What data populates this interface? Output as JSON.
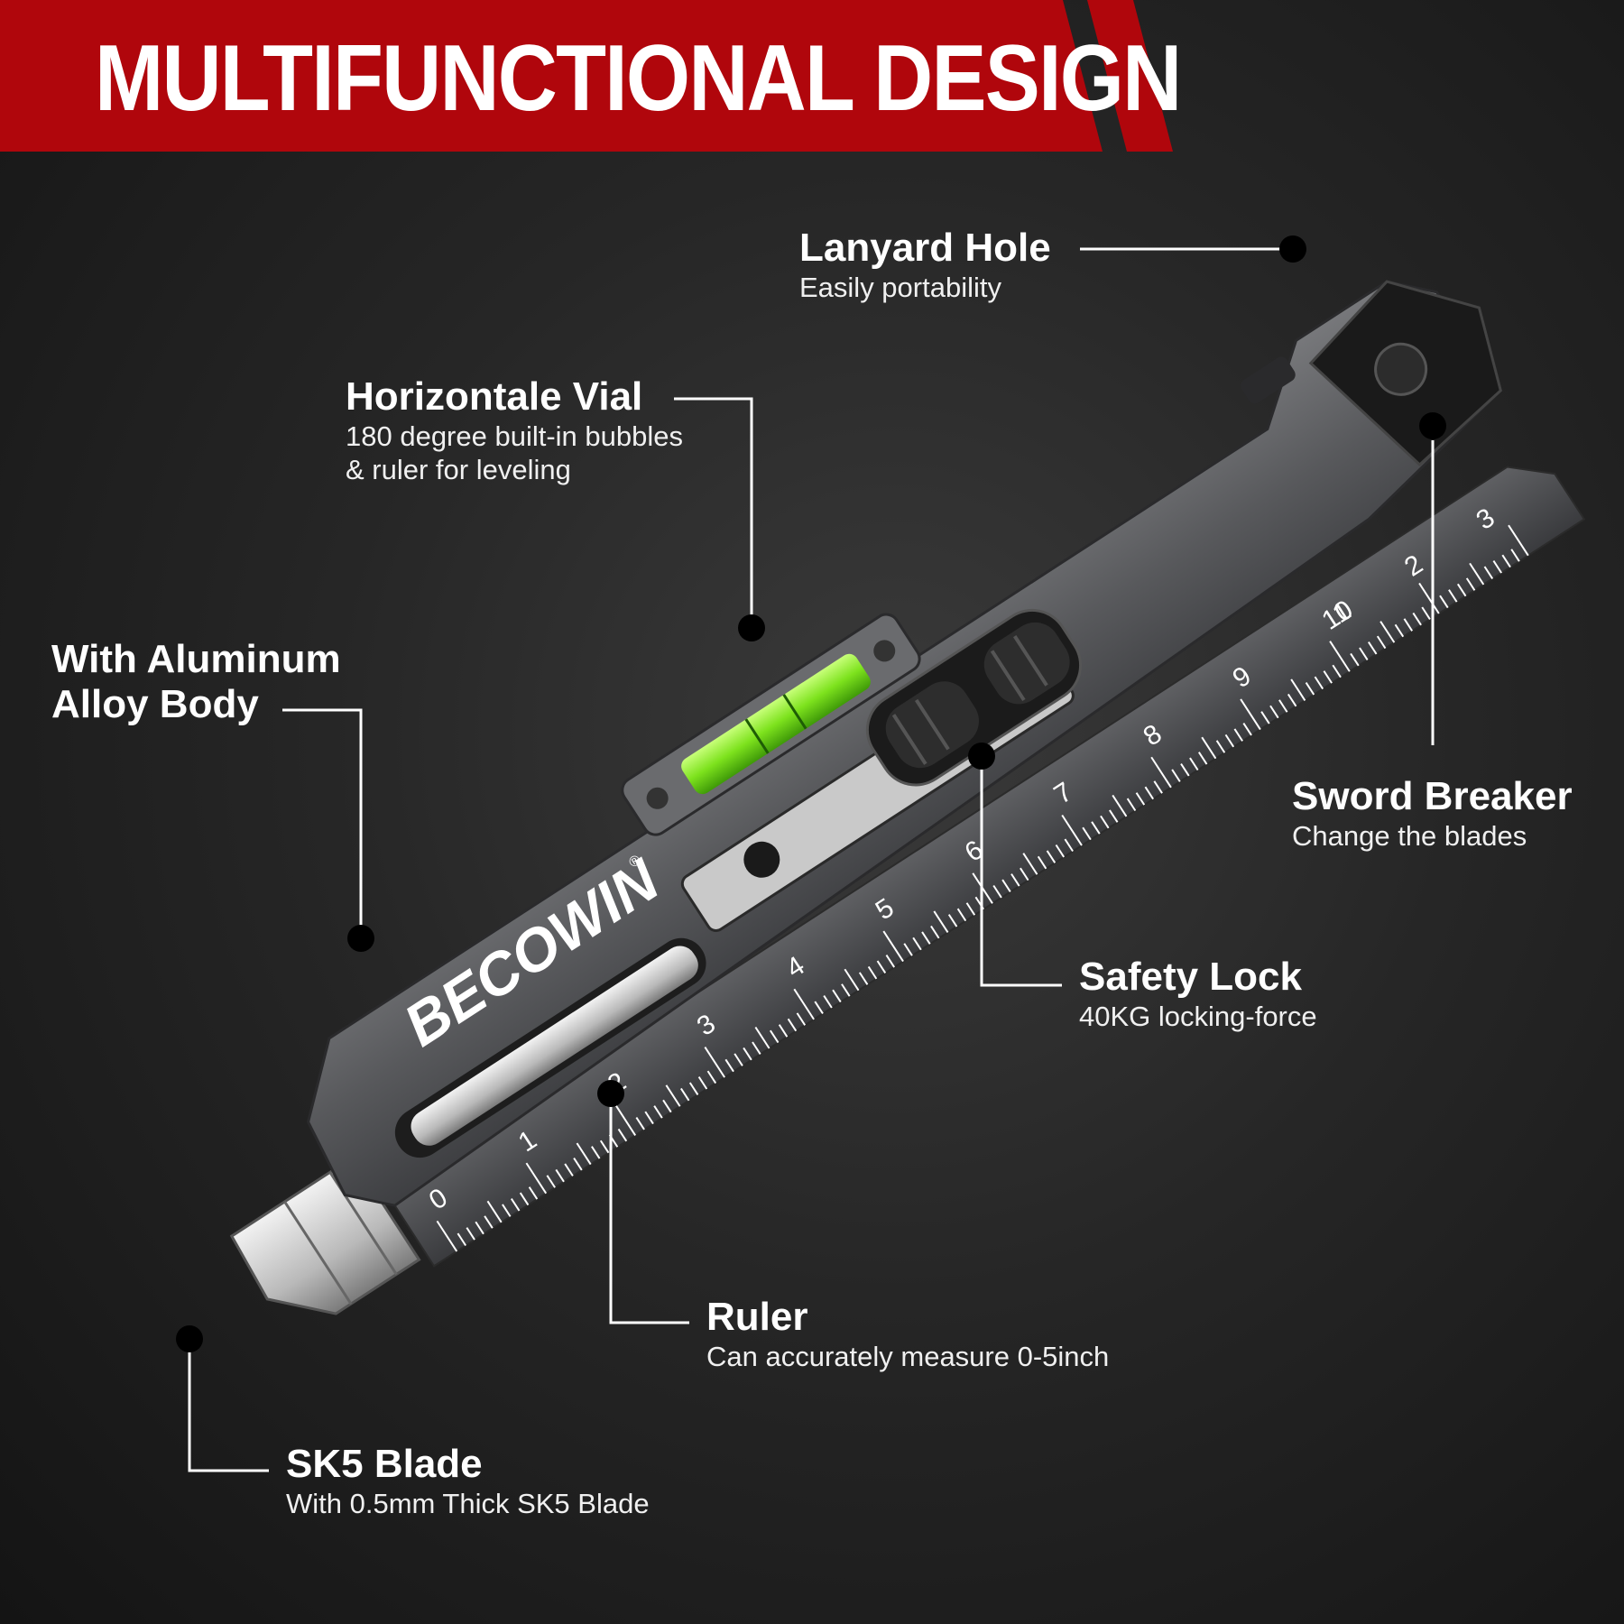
{
  "banner": {
    "title": "MULTIFUNCTIONAL DESIGN",
    "color": "#b0060c"
  },
  "product": {
    "brand": "BECOWIN",
    "registered_mark": "®",
    "ruler_inch_labels": [
      "0",
      "1",
      "2",
      "3",
      "4",
      "5",
      "6",
      "7",
      "8",
      "9",
      "10"
    ],
    "ruler_cm_labels": [
      "1",
      "2",
      "3"
    ],
    "vial_color": "#7de21d",
    "body_color": "#5a5b5e"
  },
  "callouts": {
    "lanyard": {
      "title": "Lanyard Hole",
      "desc": "Easily portability"
    },
    "vial": {
      "title": "Horizontale Vial",
      "desc": "180 degree built-in bubbles\n& ruler for leveling"
    },
    "body": {
      "title": "With Aluminum\nAlloy Body",
      "desc": ""
    },
    "sword": {
      "title": "Sword Breaker",
      "desc": "Change the blades"
    },
    "lock": {
      "title": "Safety Lock",
      "desc": "40KG locking-force"
    },
    "ruler": {
      "title": "Ruler",
      "desc": "Can accurately measure 0-5inch"
    },
    "blade": {
      "title": "SK5 Blade",
      "desc": "With 0.5mm Thick SK5 Blade"
    }
  }
}
